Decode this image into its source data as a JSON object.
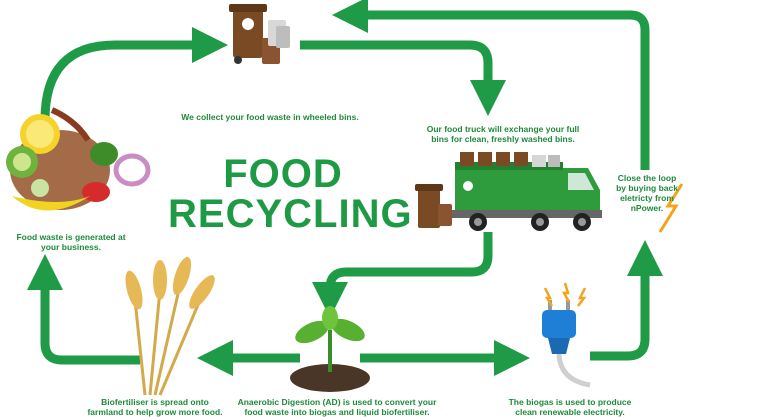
{
  "title": {
    "line1": "FOOD",
    "line2": "RECYCLING"
  },
  "steps": {
    "collect": "We collect your food waste in wheeled bins.",
    "truck_line1": "Our food truck will exchange your full",
    "truck_line2": "bins for clean, freshly washed bins.",
    "loop_line1": "Close the loop",
    "loop_line2": "by buying back",
    "loop_line3": "eletricty from",
    "loop_line4": "nPower.",
    "waste_line1": "Food waste is generated at",
    "waste_line2": "your business.",
    "bio_line1": "Biofertiliser is spread onto",
    "bio_line2": "farmland to help grow more food.",
    "ad_line1": "Anaerobic Digestion (AD) is used to convert your",
    "ad_line2": "food waste into biogas and liquid biofertiliser.",
    "biogas_line1": "The biogas is used to produce",
    "biogas_line2": "clean renewable electricity."
  },
  "colors": {
    "arrow": "#1f9a46",
    "text": "#1e8a3a",
    "bin": "#7a4a24",
    "truck": "#2e9b3c"
  },
  "icons": [
    "wheelie-bin-icon",
    "food-truck-icon",
    "food-pile-icon",
    "wheat-icon",
    "seedling-icon",
    "electric-plug-icon",
    "lightning-icon"
  ]
}
